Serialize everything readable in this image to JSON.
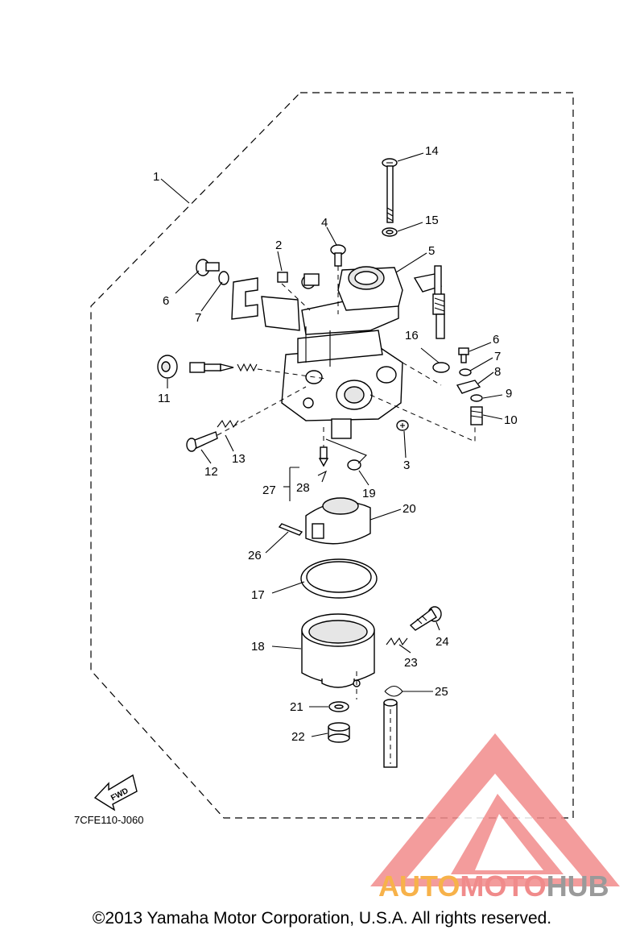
{
  "diagram": {
    "code": "7CFE110-J060",
    "fwd_label": "FWD",
    "labels": [
      {
        "id": "1",
        "text": "1"
      },
      {
        "id": "2",
        "text": "2"
      },
      {
        "id": "3",
        "text": "3"
      },
      {
        "id": "4",
        "text": "4"
      },
      {
        "id": "5",
        "text": "5"
      },
      {
        "id": "6a",
        "text": "6"
      },
      {
        "id": "6b",
        "text": "6"
      },
      {
        "id": "7a",
        "text": "7"
      },
      {
        "id": "7b",
        "text": "7"
      },
      {
        "id": "8",
        "text": "8"
      },
      {
        "id": "9",
        "text": "9"
      },
      {
        "id": "10",
        "text": "10"
      },
      {
        "id": "11",
        "text": "11"
      },
      {
        "id": "12",
        "text": "12"
      },
      {
        "id": "13",
        "text": "13"
      },
      {
        "id": "14",
        "text": "14"
      },
      {
        "id": "15",
        "text": "15"
      },
      {
        "id": "16",
        "text": "16"
      },
      {
        "id": "17",
        "text": "17"
      },
      {
        "id": "18",
        "text": "18"
      },
      {
        "id": "19",
        "text": "19"
      },
      {
        "id": "20",
        "text": "20"
      },
      {
        "id": "21",
        "text": "21"
      },
      {
        "id": "22",
        "text": "22"
      },
      {
        "id": "23",
        "text": "23"
      },
      {
        "id": "24",
        "text": "24"
      },
      {
        "id": "25",
        "text": "25"
      },
      {
        "id": "26",
        "text": "26"
      },
      {
        "id": "27",
        "text": "27"
      },
      {
        "id": "28",
        "text": "28"
      }
    ]
  },
  "watermark": {
    "part1": "AUTO",
    "part2": "MOTO",
    "part3": "HUB",
    "color1": "#f7b24a",
    "color2": "#f08b8b",
    "color3": "#9a9a9a",
    "logo_color": "#f28b8b"
  },
  "footer": {
    "copyright": "©2013 Yamaha Motor Corporation, U.S.A. All rights reserved."
  }
}
